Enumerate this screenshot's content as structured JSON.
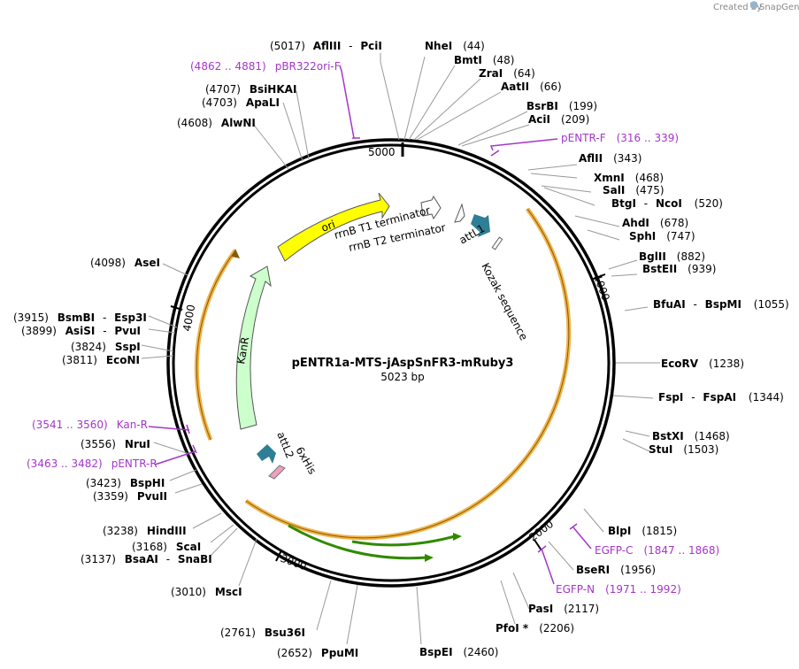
{
  "header": {
    "created_by_text": "Created by",
    "brand": "SnapGene"
  },
  "plasmid": {
    "name": "pENTR1a-MTS-jAspSnFR3-mRuby3",
    "size": "5023 bp"
  },
  "ticks": [
    "5000",
    "1000",
    "2000",
    "3000",
    "4000"
  ],
  "colors": {
    "ori": "#ffff00",
    "kanr": "#ccffcc",
    "att": "#2e7f96",
    "cds_outline": "#f0b44b",
    "primer": "#a436c9",
    "arrow_green": "#2f8a00"
  },
  "features": {
    "ori": "ori",
    "kanr": "KanR",
    "rrnb_t1": "rrnB T1 terminator",
    "rrnb_t2": "rrnB T2 terminator",
    "attl1": "attL1",
    "kozak": "Kozak sequence",
    "attl2": "attL2",
    "his": "6xHis"
  },
  "sites": {
    "afliii_pcii_pos": "(5017)",
    "afliii": "AflIII",
    "sep1": "-",
    "pcii": "PciI",
    "nhei": "NheI",
    "nhei_pos": "(44)",
    "bmti": "BmtI",
    "bmti_pos": "(48)",
    "zrai": "ZraI",
    "zrai_pos": "(64)",
    "aatii": "AatII",
    "aatii_pos": "(66)",
    "bsrbi": "BsrBI",
    "bsrbi_pos": "(199)",
    "acii": "AciI",
    "acii_pos": "(209)",
    "aflii": "AflII",
    "aflii_pos": "(343)",
    "xmni": "XmnI",
    "xmni_pos": "(468)",
    "sali": "SalI",
    "sali_pos": "(475)",
    "btgi": "BtgI",
    "sep2": "-",
    "ncoi": "NcoI",
    "ncoi_pos": "(520)",
    "ahdi": "AhdI",
    "ahdi_pos": "(678)",
    "sphi": "SphI",
    "sphi_pos": "(747)",
    "bglii": "BglII",
    "bglii_pos": "(882)",
    "bsteii": "BstEII",
    "bsteii_pos": "(939)",
    "bfuai": "BfuAI",
    "sep3": "-",
    "bspmi": "BspMI",
    "bfuai_pos": "(1055)",
    "ecorv": "EcoRV",
    "ecorv_pos": "(1238)",
    "fspi": "FspI",
    "sep4": "-",
    "fspai": "FspAI",
    "fspi_pos": "(1344)",
    "bstxi": "BstXI",
    "bstxi_pos": "(1468)",
    "stui": "StuI",
    "stui_pos": "(1503)",
    "blpi": "BlpI",
    "blpi_pos": "(1815)",
    "bseri": "BseRI",
    "bseri_pos": "(1956)",
    "pasi": "PasI",
    "pasi_pos": "(2117)",
    "pfoi": "PfoI *",
    "pfoi_pos": "(2206)",
    "bspei": "BspEI",
    "bspei_pos": "(2460)",
    "ppumi_pos": "(2652)",
    "ppumi": "PpuMI",
    "bsu36i_pos": "(2761)",
    "bsu36i": "Bsu36I",
    "msci_pos": "(3010)",
    "msci": "MscI",
    "bsaai_pos": "(3137)",
    "bsaai": "BsaAI",
    "sep5": "-",
    "snabi": "SnaBI",
    "scai_pos": "(3168)",
    "scai": "ScaI",
    "hindiii_pos": "(3238)",
    "hindiii": "HindIII",
    "pvuii_pos": "(3359)",
    "pvuii": "PvuII",
    "bsphi_pos": "(3423)",
    "bsphi": "BspHI",
    "nrui_pos": "(3556)",
    "nrui": "NruI",
    "econi_pos": "(3811)",
    "econi": "EcoNI",
    "sspi_pos": "(3824)",
    "sspi": "SspI",
    "asisi_pos": "(3899)",
    "asisi": "AsiSI",
    "sep6": "-",
    "pvui": "PvuI",
    "bsmbi_pos": "(3915)",
    "bsmbi": "BsmBI",
    "sep7": "-",
    "esp3i": "Esp3I",
    "asei_pos": "(4098)",
    "asei": "AseI",
    "alwni_pos": "(4608)",
    "alwni": "AlwNI",
    "apali_pos": "(4703)",
    "apali": "ApaLI",
    "bsihkai_pos": "(4707)",
    "bsihkai": "BsiHKAI"
  },
  "primers": {
    "pbr322_range": "(4862 .. 4881)",
    "pbr322": "pBR322ori-F",
    "pentr_f": "pENTR-F",
    "pentr_f_range": "(316 .. 339)",
    "kan_r_range": "(3541 .. 3560)",
    "kan_r": "Kan-R",
    "pentr_r_range": "(3463 .. 3482)",
    "pentr_r": "pENTR-R",
    "egfp_c": "EGFP-C",
    "egfp_c_range": "(1847 .. 1868)",
    "egfp_n": "EGFP-N",
    "egfp_n_range": "(1971 .. 1992)"
  }
}
